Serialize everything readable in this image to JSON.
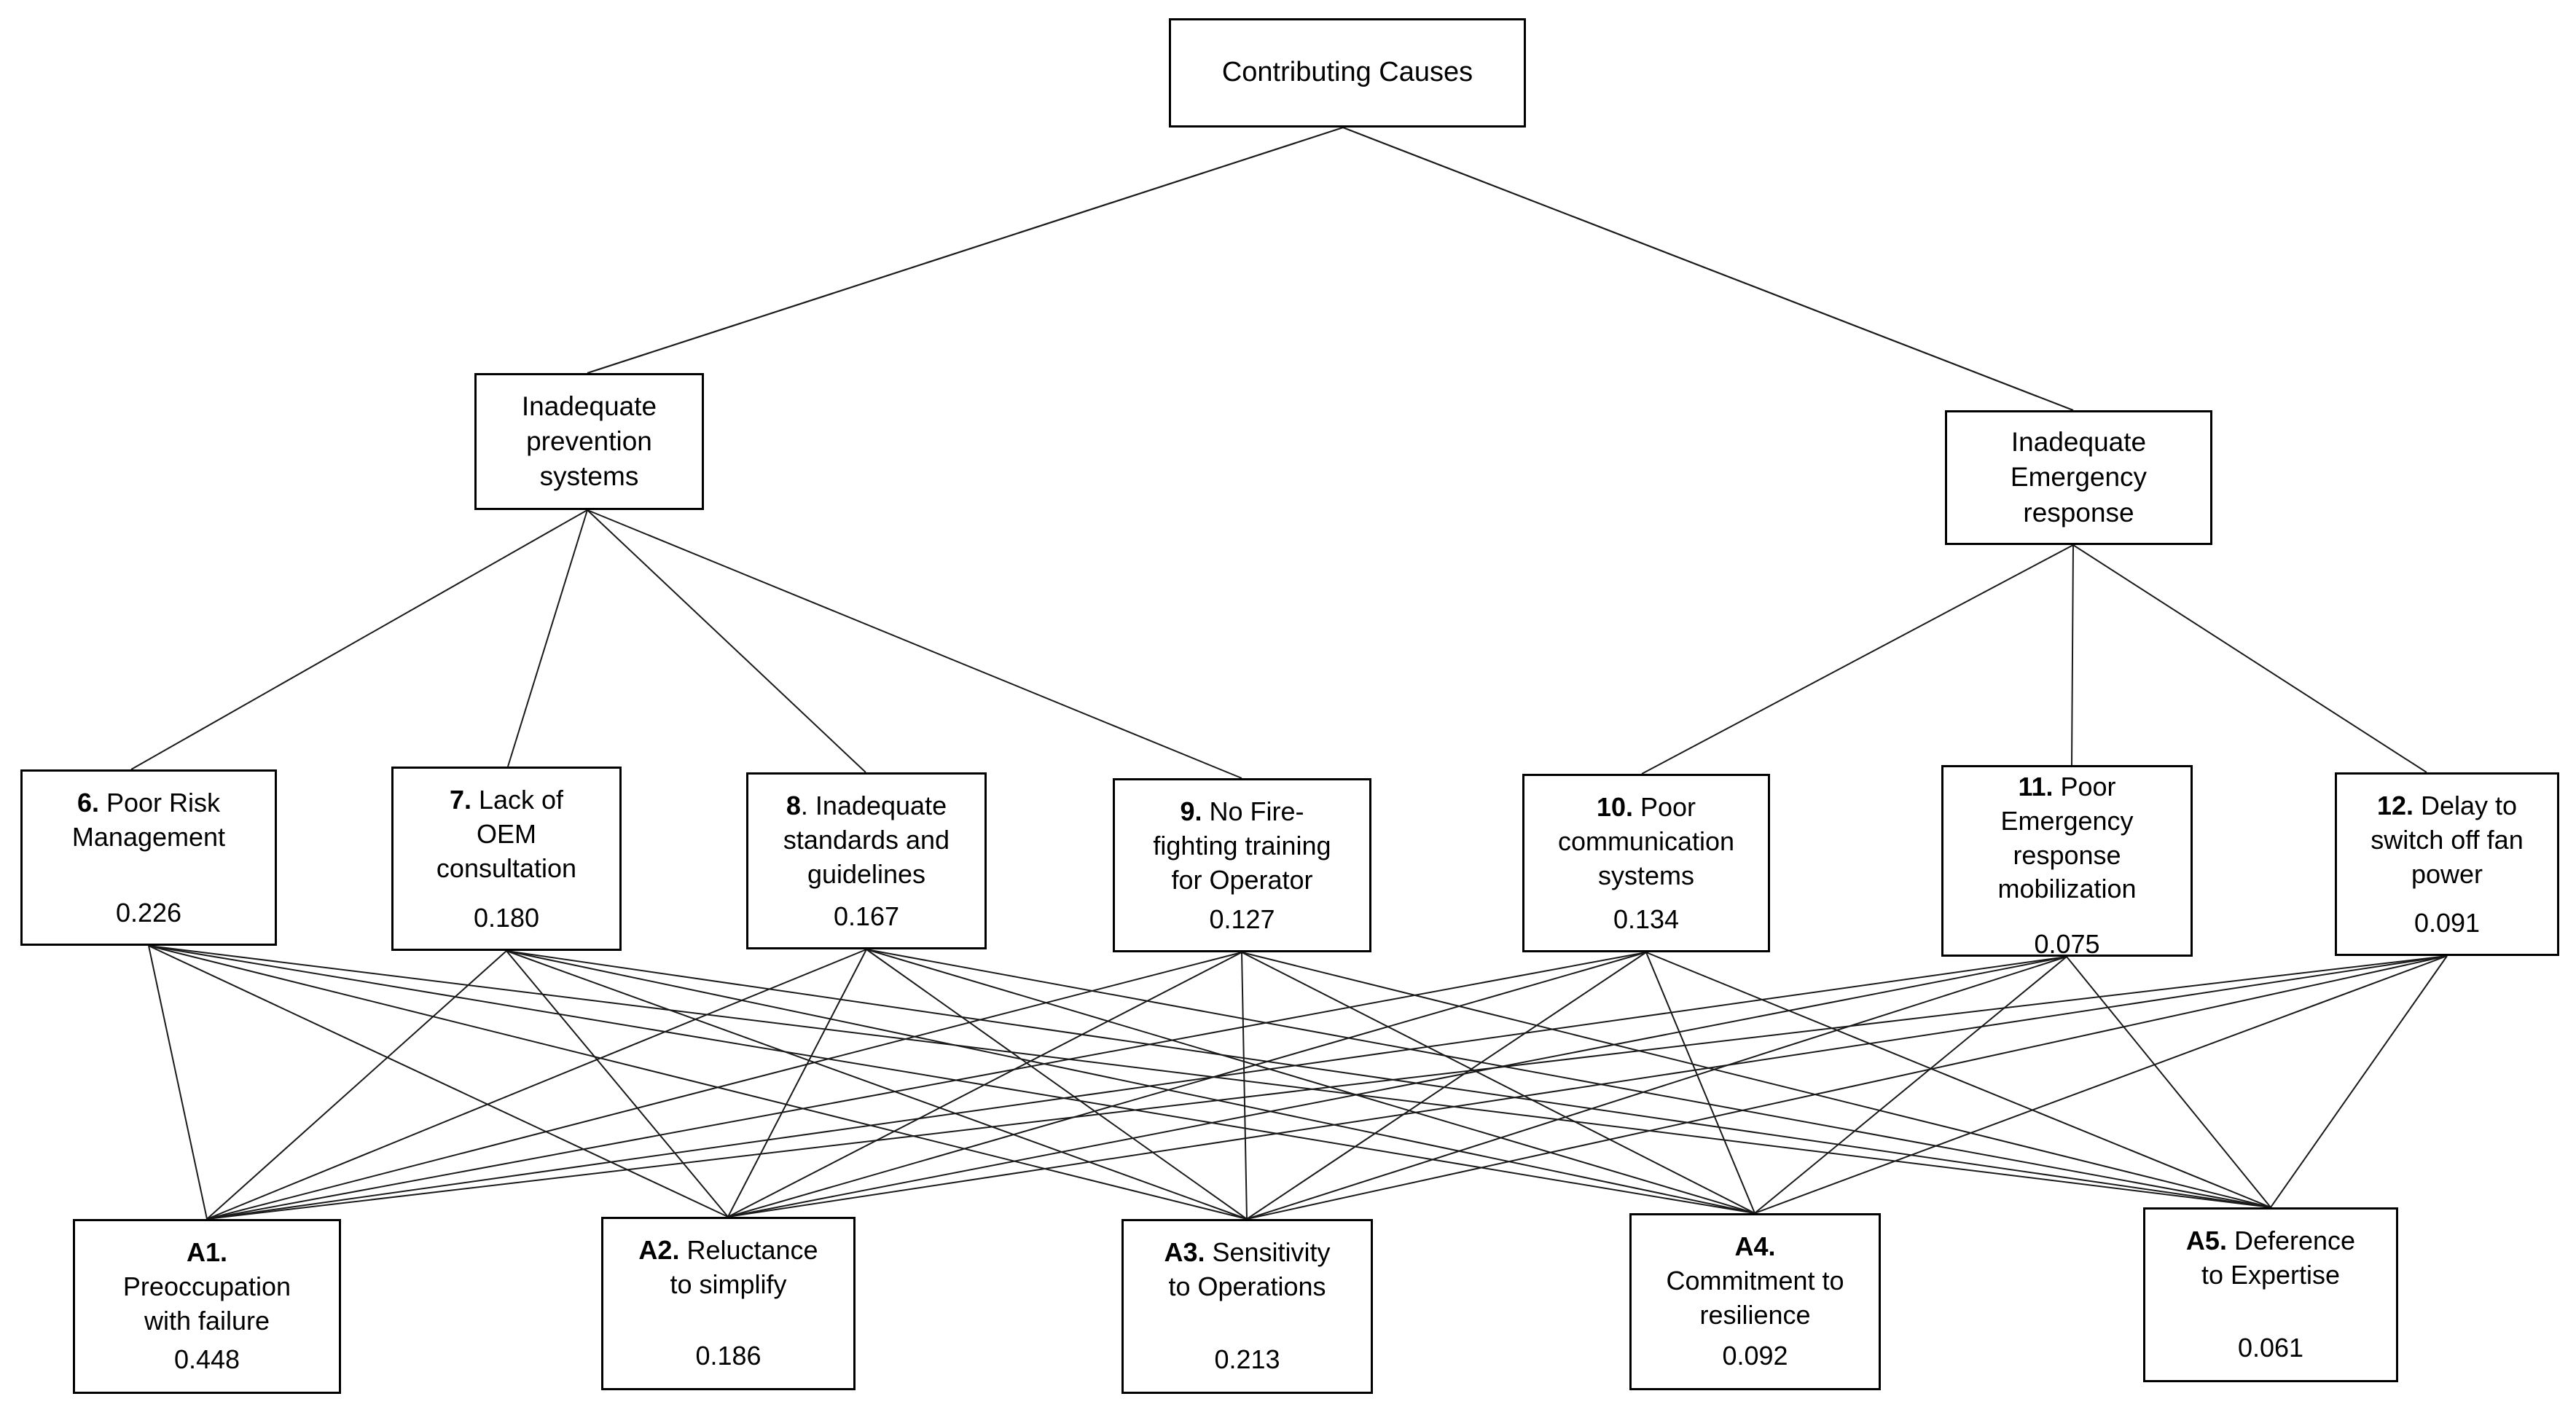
{
  "diagram": {
    "title": "Contributing Causes",
    "type": "hierarchy-tree-with-bipartite-links",
    "root": {
      "id": "root",
      "label": "Contributing Causes"
    },
    "branches": [
      {
        "id": "b1",
        "label": "Inadequate\nprevention\nsystems"
      },
      {
        "id": "b2",
        "label": "Inadequate\nEmergency\nresponse"
      }
    ],
    "causes": [
      {
        "id": "c6",
        "num": "6.",
        "label": " Poor Risk\nManagement",
        "value": "0.226"
      },
      {
        "id": "c7",
        "num": "7.",
        "label": " Lack of\nOEM\nconsultation",
        "value": "0.180"
      },
      {
        "id": "c8",
        "num": "8",
        "label": ". Inadequate\nstandards and\nguidelines",
        "value": "0.167"
      },
      {
        "id": "c9",
        "num": "9.",
        "label": " No Fire-\nfighting training\nfor Operator",
        "value": "0.127"
      },
      {
        "id": "c10",
        "num": "10.",
        "label": " Poor\ncommunication\nsystems",
        "value": "0.134"
      },
      {
        "id": "c11",
        "num": "11.",
        "label": " Poor\nEmergency\nresponse\nmobilization",
        "value": "0.075"
      },
      {
        "id": "c12",
        "num": "12.",
        "label": " Delay to\nswitch off fan\npower",
        "value": "0.091"
      }
    ],
    "attributes": [
      {
        "id": "a1",
        "num": "A1.",
        "label": "\nPreoccupation\nwith failure",
        "value": "0.448"
      },
      {
        "id": "a2",
        "num": "A2.",
        "label": " Reluctance\nto simplify",
        "value": "0.186"
      },
      {
        "id": "a3",
        "num": "A3.",
        "label": " Sensitivity\nto Operations",
        "value": "0.213"
      },
      {
        "id": "a4",
        "num": "A4.",
        "label": "\nCommitment to\nresilience",
        "value": "0.092"
      },
      {
        "id": "a5",
        "num": "A5.",
        "label": " Deference\nto Expertise",
        "value": "0.061"
      }
    ],
    "colors": {
      "box_border": "#000000",
      "box_fill": "#ffffff",
      "edge": "#1a1a1a",
      "text": "#000000",
      "background": "#ffffff"
    },
    "edges": {
      "root_to_branches": [
        [
          "root",
          "b1"
        ],
        [
          "root",
          "b2"
        ]
      ],
      "branch_to_causes": [
        [
          "b1",
          "c6"
        ],
        [
          "b1",
          "c7"
        ],
        [
          "b1",
          "c8"
        ],
        [
          "b1",
          "c9"
        ],
        [
          "b2",
          "c10"
        ],
        [
          "b2",
          "c11"
        ],
        [
          "b2",
          "c12"
        ]
      ],
      "causes_to_attributes_fully_connected": true,
      "cause_attribute_link_count": 35
    }
  }
}
